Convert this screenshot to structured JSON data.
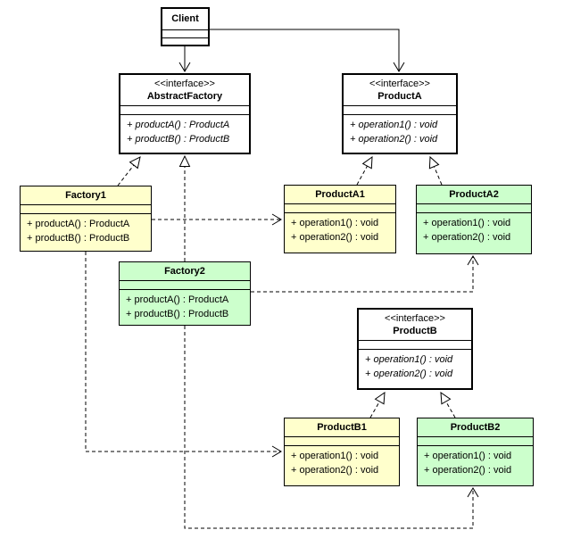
{
  "diagram": {
    "kind": "uml-class-diagram",
    "pattern": "Abstract Factory",
    "colors": {
      "family1_fill": "#ffffcc",
      "family2_fill": "#ccffcc",
      "interface_fill": "#ffffff",
      "line": "#000000",
      "background": "#ffffff"
    },
    "classes": {
      "client": {
        "name": "Client",
        "methods": []
      },
      "abstract_factory": {
        "stereotype": "<<interface>>",
        "name": "AbstractFactory",
        "methods": [
          "+ productA() : ProductA",
          "+ productB() : ProductB"
        ]
      },
      "product_a": {
        "stereotype": "<<interface>>",
        "name": "ProductA",
        "methods": [
          "+ operation1() : void",
          "+ operation2() : void"
        ]
      },
      "factory1": {
        "name": "Factory1",
        "methods": [
          "+ productA() : ProductA",
          "+ productB() : ProductB"
        ]
      },
      "factory2": {
        "name": "Factory2",
        "methods": [
          "+ productA() : ProductA",
          "+ productB() : ProductB"
        ]
      },
      "product_a1": {
        "name": "ProductA1",
        "methods": [
          "+ operation1() : void",
          "+ operation2() : void"
        ]
      },
      "product_a2": {
        "name": "ProductA2",
        "methods": [
          "+ operation1() : void",
          "+ operation2() : void"
        ]
      },
      "product_b": {
        "stereotype": "<<interface>>",
        "name": "ProductB",
        "methods": [
          "+ operation1() : void",
          "+ operation2() : void"
        ]
      },
      "product_b1": {
        "name": "ProductB1",
        "methods": [
          "+ operation1() : void",
          "+ operation2() : void"
        ]
      },
      "product_b2": {
        "name": "ProductB2",
        "methods": [
          "+ operation1() : void",
          "+ operation2() : void"
        ]
      }
    },
    "relationships": [
      {
        "from": "Client",
        "to": "AbstractFactory",
        "type": "directed-association",
        "line": "solid",
        "arrowhead": "open"
      },
      {
        "from": "Client",
        "to": "ProductA",
        "type": "directed-association",
        "line": "solid",
        "arrowhead": "open"
      },
      {
        "from": "Factory1",
        "to": "AbstractFactory",
        "type": "realization",
        "line": "dashed",
        "arrowhead": "hollow-triangle"
      },
      {
        "from": "Factory2",
        "to": "AbstractFactory",
        "type": "realization",
        "line": "dashed",
        "arrowhead": "hollow-triangle"
      },
      {
        "from": "ProductA1",
        "to": "ProductA",
        "type": "realization",
        "line": "dashed",
        "arrowhead": "hollow-triangle"
      },
      {
        "from": "ProductA2",
        "to": "ProductA",
        "type": "realization",
        "line": "dashed",
        "arrowhead": "hollow-triangle"
      },
      {
        "from": "ProductB1",
        "to": "ProductB",
        "type": "realization",
        "line": "dashed",
        "arrowhead": "hollow-triangle"
      },
      {
        "from": "ProductB2",
        "to": "ProductB",
        "type": "realization",
        "line": "dashed",
        "arrowhead": "hollow-triangle"
      },
      {
        "from": "Factory1",
        "to": "ProductA1",
        "type": "dependency",
        "line": "dashed",
        "arrowhead": "open"
      },
      {
        "from": "Factory1",
        "to": "ProductB1",
        "type": "dependency",
        "line": "dashed",
        "arrowhead": "open"
      },
      {
        "from": "Factory2",
        "to": "ProductA2",
        "type": "dependency",
        "line": "dashed",
        "arrowhead": "open"
      },
      {
        "from": "Factory2",
        "to": "ProductB2",
        "type": "dependency",
        "line": "dashed",
        "arrowhead": "open"
      }
    ]
  }
}
